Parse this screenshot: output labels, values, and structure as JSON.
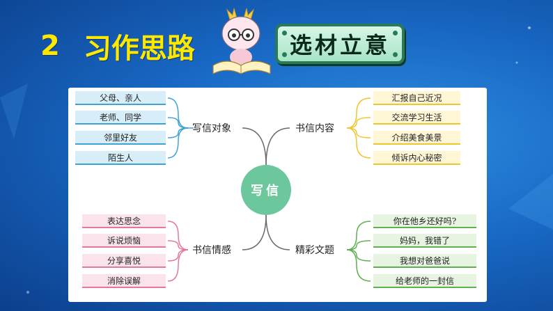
{
  "slide": {
    "number": "2",
    "title": "习作思路"
  },
  "badge": {
    "label": "选材立意"
  },
  "mindmap": {
    "center": "写信",
    "branches": {
      "target": {
        "label": "写信对象",
        "color": "#3da3d6",
        "items": [
          "父母、亲人",
          "老师、同学",
          "邻里好友",
          "陌生人"
        ]
      },
      "content": {
        "label": "书信内容",
        "color": "#f0c62e",
        "items": [
          "汇报自己近况",
          "交流学习生活",
          "介绍美食美景",
          "倾诉内心秘密"
        ]
      },
      "emotion": {
        "label": "书信情感",
        "color": "#e2789c",
        "items": [
          "表达思念",
          "诉说烦恼",
          "分享喜悦",
          "消除误解"
        ]
      },
      "topics": {
        "label": "精彩文题",
        "color": "#5fb04e",
        "items": [
          "你在他乡还好吗?",
          "妈妈，我错了",
          "我想对爸爸说",
          "给老师的一封信"
        ]
      }
    }
  }
}
